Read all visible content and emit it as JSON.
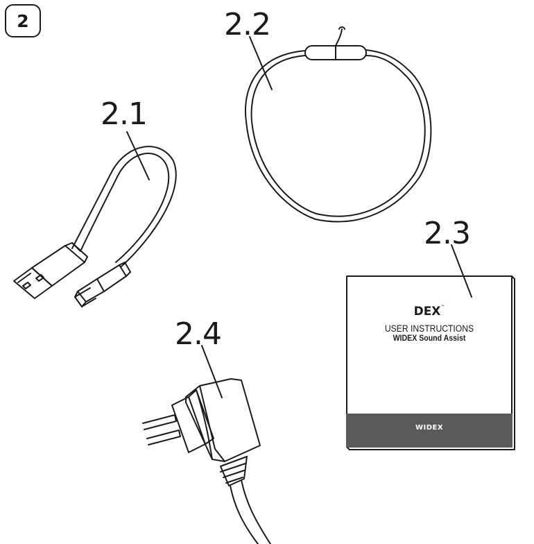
{
  "figure": {
    "badge": "2",
    "items": [
      {
        "label": "2.1"
      },
      {
        "label": "2.2"
      },
      {
        "label": "2.3"
      },
      {
        "label": "2.4"
      }
    ],
    "booklet": {
      "brand": "DEX",
      "tm": "™",
      "title": "USER INSTRUCTIONS",
      "subtitle": "WIDEX Sound Assist",
      "logo": "WIDEX"
    }
  },
  "colors": {
    "ink": "#1a1a1a",
    "booklet_band": "#5a5a5a"
  }
}
